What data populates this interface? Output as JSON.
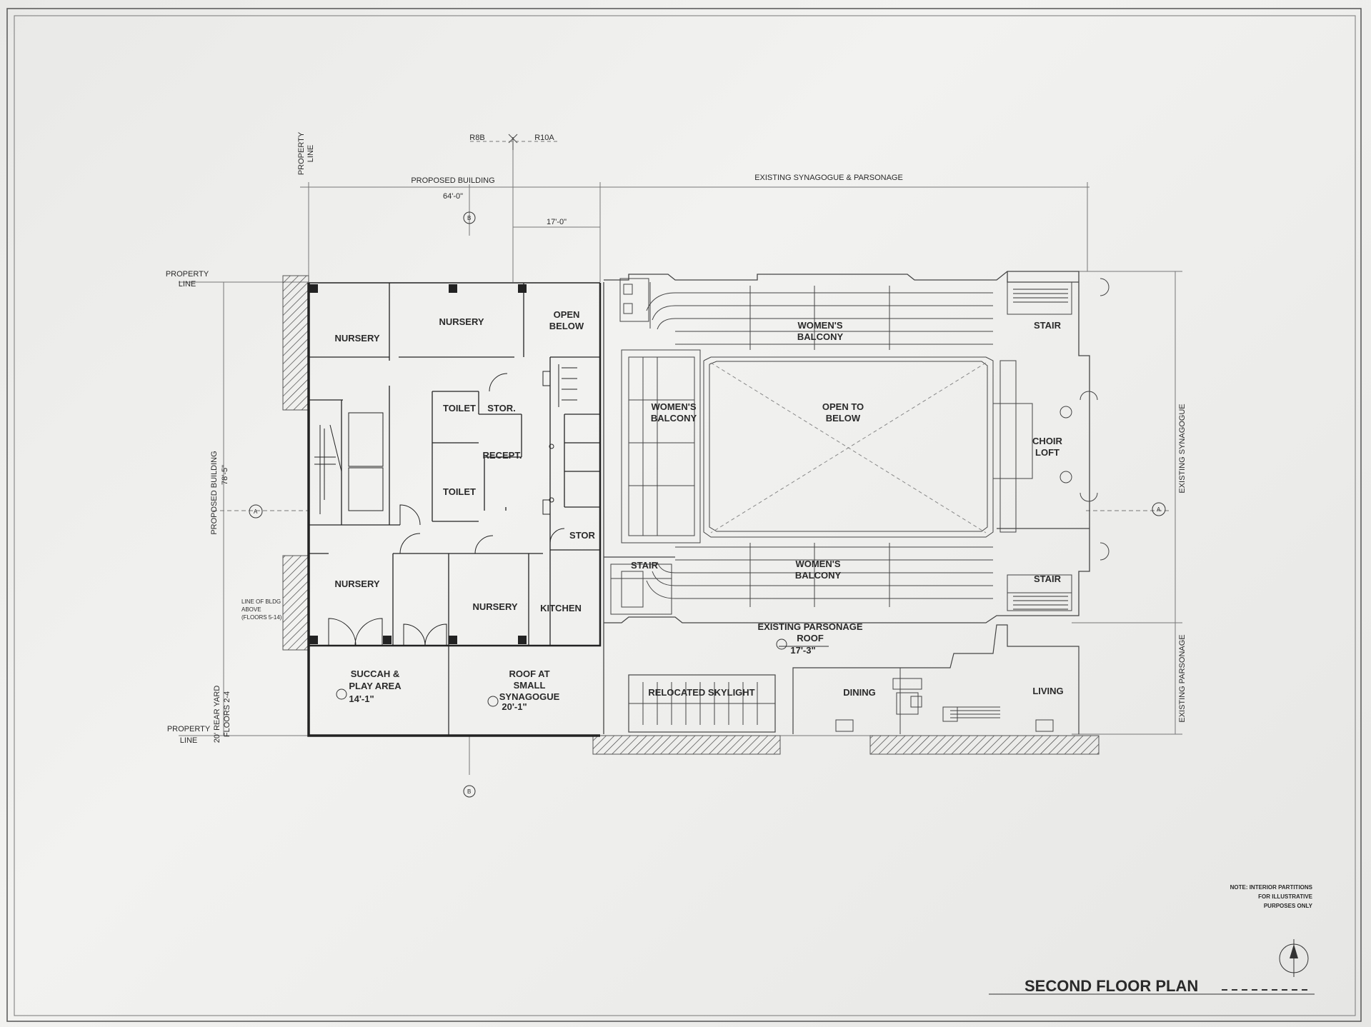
{
  "sheet": {
    "title": "SECOND FLOOR PLAN",
    "note": [
      "NOTE: INTERIOR PARTITIONS",
      "FOR ILLUSTRATIVE",
      "PURPOSES ONLY"
    ]
  },
  "top": {
    "property_line": [
      "PROPERTY",
      "LINE"
    ],
    "zone_left": "R8B",
    "zone_right": "R10A",
    "proposed_building": "PROPOSED BUILDING",
    "proposed_dim": "64'-0\"",
    "existing_synagogue_parsonage": "EXISTING SYNAGOGUE & PARSONAGE",
    "dim_17": "17'-0\""
  },
  "left": {
    "property_line_top": [
      "PROPERTY",
      "LINE"
    ],
    "property_line_bottom": [
      "PROPERTY",
      "LINE"
    ],
    "proposed_building": "PROPOSED BUILDING",
    "proposed_dim": "78'-5\"",
    "rear_yard": [
      "20' REAR YARD",
      "FLOORS 2-4"
    ],
    "line_of_bldg": [
      "LINE OF BLDG",
      "ABOVE",
      "(FLOORS 5-14)"
    ]
  },
  "right": {
    "existing_synagogue": "EXISTING SYNAGOGUE",
    "existing_parsonage": "EXISTING PARSONAGE"
  },
  "markers": {
    "section": "A",
    "section_b": "B"
  },
  "rooms": {
    "nursery": "NURSERY",
    "open_below": [
      "OPEN",
      "BELOW"
    ],
    "toilet": "TOILET",
    "stor_dot": "STOR.",
    "stor": "STOR",
    "recept": "RECEPT.",
    "kitchen": "KITCHEN",
    "succah": [
      "SUCCAH &",
      "PLAY AREA"
    ],
    "succah_elev": "14'-1\"",
    "roof_small": [
      "ROOF AT",
      "SMALL",
      "SYNAGOGUE"
    ],
    "roof_small_elev": "20'-1\"",
    "womens_balcony": [
      "WOMEN'S",
      "BALCONY"
    ],
    "open_to_below": [
      "OPEN TO",
      "BELOW"
    ],
    "stair": "STAIR",
    "choir_loft": [
      "CHOIR",
      "LOFT"
    ],
    "existing_parsonage_roof": [
      "EXISTING PARSONAGE",
      "ROOF"
    ],
    "parsonage_roof_elev": "17'-3\"",
    "relocated_skylight": "RELOCATED SKYLIGHT",
    "dining": "DINING",
    "living": "LIVING"
  }
}
